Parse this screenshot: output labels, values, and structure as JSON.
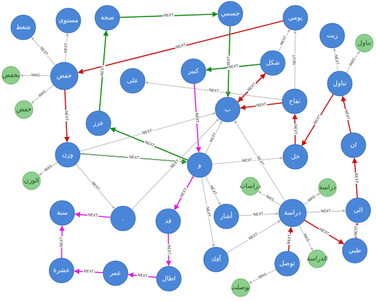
{
  "colors": {
    "blue_node": "#4a86d8",
    "blue_stroke": "#3a6fb8",
    "green_node": "#8ccf8c",
    "green_stroke": "#6fb46f",
    "gray_edge": "#a9a9a9",
    "red_edge": "#cc1111",
    "green_edge": "#138a13",
    "magenta_edge": "#e020e0"
  },
  "nodes": [
    {
      "id": "shaghat",
      "label": "شغط",
      "type": "blue"
    },
    {
      "id": "mustawa",
      "label": "مستوى",
      "type": "blue"
    },
    {
      "id": "sihha",
      "label": "صحة",
      "type": "blue"
    },
    {
      "id": "jismi",
      "label": "جسمي",
      "type": "blue"
    },
    {
      "id": "yawmi",
      "label": "يومي",
      "type": "blue"
    },
    {
      "id": "zayt",
      "label": "زيت",
      "type": "blue"
    },
    {
      "id": "tanawul_g",
      "label": "تناول",
      "type": "green"
    },
    {
      "id": "khafd",
      "label": "خفض",
      "type": "blue"
    },
    {
      "id": "yukhaffid",
      "label": "يخفض",
      "type": "green"
    },
    {
      "id": "khafd_g",
      "label": "خفض",
      "type": "green"
    },
    {
      "id": "ala",
      "label": "على",
      "type": "blue"
    },
    {
      "id": "kabir",
      "label": "كبير",
      "type": "blue"
    },
    {
      "id": "shakl",
      "label": "شكل",
      "type": "blue"
    },
    {
      "id": "tanawul",
      "label": "تناول",
      "type": "blue"
    },
    {
      "id": "tuffah",
      "label": "تفاح",
      "type": "blue"
    },
    {
      "id": "bi",
      "label": "ب",
      "type": "blue"
    },
    {
      "id": "azz",
      "label": "عزز",
      "type": "blue"
    },
    {
      "id": "an",
      "label": "ان",
      "type": "blue"
    },
    {
      "id": "wazn",
      "label": "وزن",
      "type": "blue"
    },
    {
      "id": "wa",
      "label": "و",
      "type": "blue"
    },
    {
      "id": "khall",
      "label": "خل",
      "type": "blue"
    },
    {
      "id": "alwazn_g",
      "label": "الوزن",
      "type": "green"
    },
    {
      "id": "dirasat_g",
      "label": "دراسات",
      "type": "green"
    },
    {
      "id": "dirasa_g",
      "label": "دراسة",
      "type": "green"
    },
    {
      "id": "sana",
      "label": "سنة",
      "type": "blue"
    },
    {
      "id": "dot",
      "label": ".",
      "type": "blue"
    },
    {
      "id": "qad",
      "label": "قد",
      "type": "blue"
    },
    {
      "id": "ashar",
      "label": "أشار",
      "type": "blue"
    },
    {
      "id": "dirasa",
      "label": "دراسة",
      "type": "blue"
    },
    {
      "id": "ila",
      "label": "الى",
      "type": "blue"
    },
    {
      "id": "alaldirasa_g",
      "label": "الدراسة",
      "type": "green"
    },
    {
      "id": "tibbi",
      "label": "طبي",
      "type": "blue"
    },
    {
      "id": "afad",
      "label": "أفاد",
      "type": "blue"
    },
    {
      "id": "tawassal",
      "label": "توصل",
      "type": "blue"
    },
    {
      "id": "ashara",
      "label": "عشرة",
      "type": "blue"
    },
    {
      "id": "umr",
      "label": "عمر",
      "type": "blue"
    },
    {
      "id": "atal",
      "label": "اطال",
      "type": "blue"
    },
    {
      "id": "tawassalat_g",
      "label": "توصلت",
      "type": "green"
    }
  ],
  "edges": [
    {
      "from": "khafd",
      "to": "shaghat",
      "label": "NEXT",
      "color": "gray"
    },
    {
      "from": "khafd",
      "to": "mustawa",
      "label": "NEXT",
      "color": "gray"
    },
    {
      "from": "khafd",
      "to": "yukhaffid",
      "label": "WAS",
      "color": "gray"
    },
    {
      "from": "khafd",
      "to": "khafd_g",
      "label": "WAS",
      "color": "gray"
    },
    {
      "from": "khafd",
      "to": "wazn",
      "label": "NEXT",
      "color": "red"
    },
    {
      "from": "yawmi",
      "to": "khafd",
      "label": "NEXT",
      "color": "red"
    },
    {
      "from": "sihha",
      "to": "jismi",
      "label": "NEXT",
      "color": "green"
    },
    {
      "from": "azz",
      "to": "sihha",
      "label": "NEXT",
      "color": "green"
    },
    {
      "from": "jismi",
      "to": "bi",
      "label": "NEXT",
      "color": "green"
    },
    {
      "from": "shakl",
      "to": "kabir",
      "label": "NEXT",
      "color": "green"
    },
    {
      "from": "shakl",
      "to": "yawmi",
      "label": "NEXT",
      "color": "gray"
    },
    {
      "from": "bi",
      "to": "shakl",
      "label": "NEXT",
      "color": "red"
    },
    {
      "from": "shakl",
      "to": "bi",
      "label": "NEXT",
      "color": "red"
    },
    {
      "from": "tuffah",
      "to": "bi",
      "label": "NEXT",
      "color": "red"
    },
    {
      "from": "tuffah",
      "to": "yawmi",
      "label": "NEXT",
      "color": "gray"
    },
    {
      "from": "tuffah",
      "to": "ala",
      "label": "NEXT",
      "color": "gray"
    },
    {
      "from": "khall",
      "to": "tuffah",
      "label": "NEXT",
      "color": "red"
    },
    {
      "from": "tanawul",
      "to": "zayt",
      "label": "NEXT",
      "color": "gray"
    },
    {
      "from": "tanawul",
      "to": "tanawul_g",
      "label": "WAS",
      "color": "gray"
    },
    {
      "from": "tanawul",
      "to": "khall",
      "label": "NEXT",
      "color": "red"
    },
    {
      "from": "an",
      "to": "tanawul",
      "label": "NEXT",
      "color": "red"
    },
    {
      "from": "ila",
      "to": "an",
      "label": "NEXT",
      "color": "red"
    },
    {
      "from": "kabir",
      "to": "wa",
      "label": "NEXT",
      "color": "magenta"
    },
    {
      "from": "wa",
      "to": "azz",
      "label": "NEXT",
      "color": "green"
    },
    {
      "from": "wazn",
      "to": "wa",
      "label": "NEXT",
      "color": "green"
    },
    {
      "from": "wa",
      "to": "wazn",
      "label": "NEXT",
      "color": "gray"
    },
    {
      "from": "wazn",
      "to": "bi",
      "label": "NEXT",
      "color": "gray"
    },
    {
      "from": "wazn",
      "to": "alwazn_g",
      "label": "WAS",
      "color": "gray"
    },
    {
      "from": "wazn",
      "to": "dot",
      "label": "NEXT",
      "color": "gray"
    },
    {
      "from": "wa",
      "to": "bi",
      "label": "NEXT",
      "color": "gray"
    },
    {
      "from": "wa",
      "to": "khall",
      "label": "NEXT",
      "color": "gray"
    },
    {
      "from": "wa",
      "to": "qad",
      "label": "NEXT",
      "color": "magenta"
    },
    {
      "from": "wa",
      "to": "ashar",
      "label": "NEXT",
      "color": "gray"
    },
    {
      "from": "wa",
      "to": "afad",
      "label": "NEXT",
      "color": "gray"
    },
    {
      "from": "dot",
      "to": "bi",
      "label": "NEXT",
      "color": "gray"
    },
    {
      "from": "dirasa",
      "to": "bi",
      "label": "NEXT",
      "color": "gray"
    },
    {
      "from": "dirasa",
      "to": "dirasat_g",
      "label": "WAS",
      "color": "gray"
    },
    {
      "from": "dirasa",
      "to": "dirasa_g",
      "label": "WAS",
      "color": "gray"
    },
    {
      "from": "dirasa",
      "to": "ila",
      "label": "NEXT",
      "color": "gray"
    },
    {
      "from": "dirasa",
      "to": "alaldirasa_g",
      "label": "WAS",
      "color": "gray"
    },
    {
      "from": "dirasa",
      "to": "tibbi",
      "label": "NEXT",
      "color": "red"
    },
    {
      "from": "ashar",
      "to": "dirasa",
      "label": "NEXT",
      "color": "gray"
    },
    {
      "from": "afad",
      "to": "dirasa",
      "label": "NEXT",
      "color": "gray"
    },
    {
      "from": "tawassal",
      "to": "dirasa",
      "label": "NEXT",
      "color": "red"
    },
    {
      "from": "tawassal",
      "to": "tawassalat_g",
      "label": "WAS",
      "color": "gray"
    },
    {
      "from": "tibbi",
      "to": "ila",
      "label": "NEXT",
      "color": "red"
    },
    {
      "from": "dot",
      "to": "sana",
      "label": "NEXT",
      "color": "magenta"
    },
    {
      "from": "ashara",
      "to": "sana",
      "label": "NEXT",
      "color": "magenta"
    },
    {
      "from": "umr",
      "to": "ashara",
      "label": "NEXT",
      "color": "magenta"
    },
    {
      "from": "atal",
      "to": "umr",
      "label": "NEXT",
      "color": "magenta"
    },
    {
      "from": "qad",
      "to": "atal",
      "label": "NEXT",
      "color": "magenta"
    }
  ]
}
